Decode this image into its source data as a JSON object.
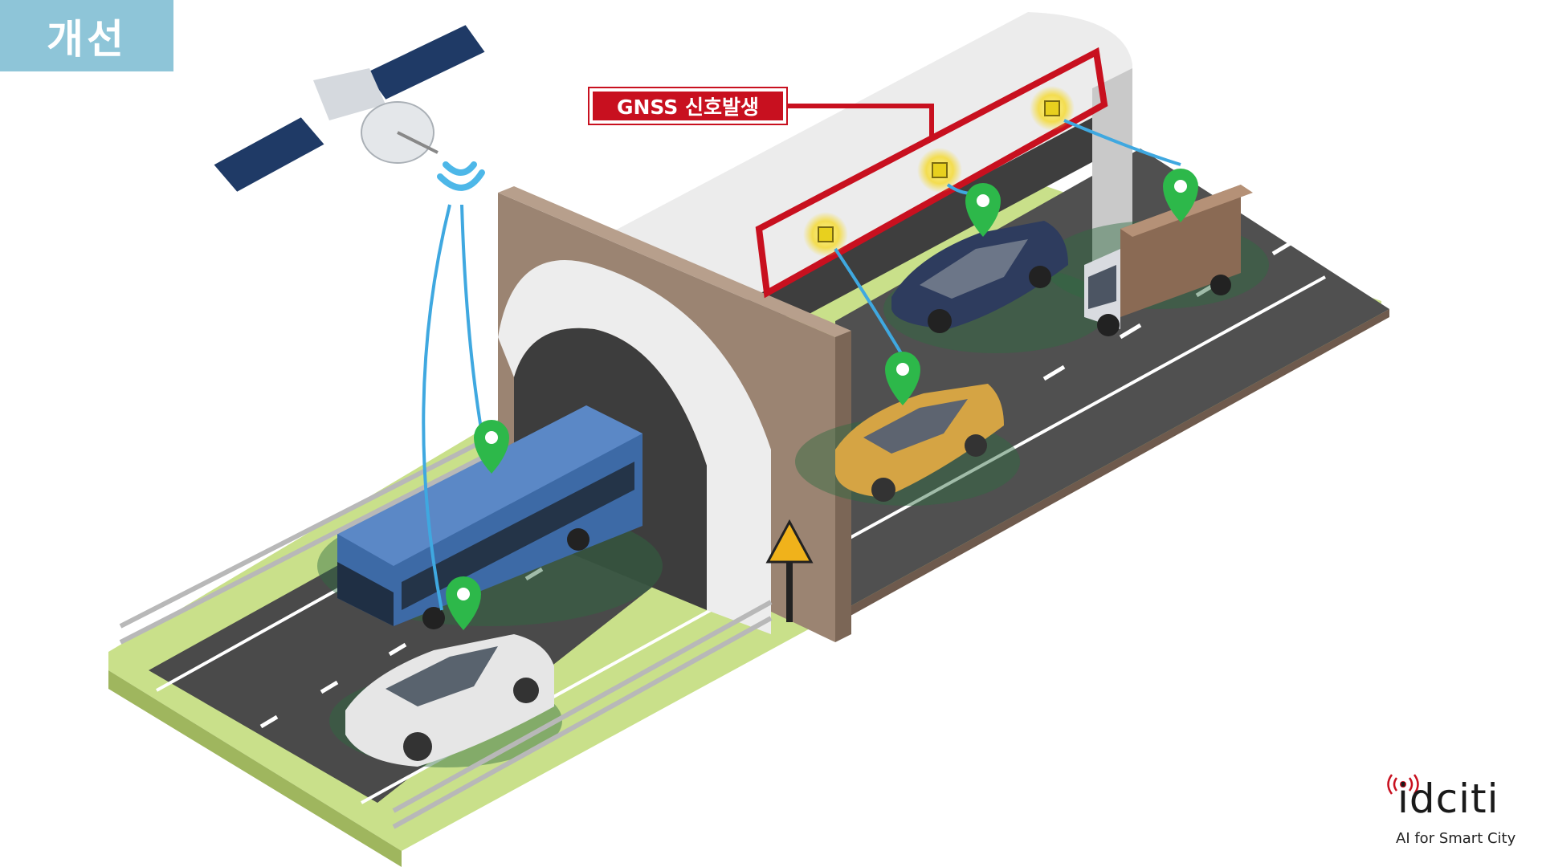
{
  "badge": {
    "label": "개선"
  },
  "callout": {
    "label": "GNSS 신호발생"
  },
  "brand": {
    "name": "idciti",
    "tagline": "AI for Smart City"
  },
  "colors": {
    "badge": "#8ec5d8",
    "callout": "#c8101f",
    "signal_line": "#3fa8e0",
    "location_pin": "#2db84a",
    "road": "#4a4a4a",
    "tunnel_wall": "#9b8472",
    "grass": "#c9e08a"
  },
  "icons": [
    "satellite-icon",
    "location-pin-icon",
    "repeater-icon",
    "warning-sign-icon",
    "signal-wave-icon"
  ]
}
